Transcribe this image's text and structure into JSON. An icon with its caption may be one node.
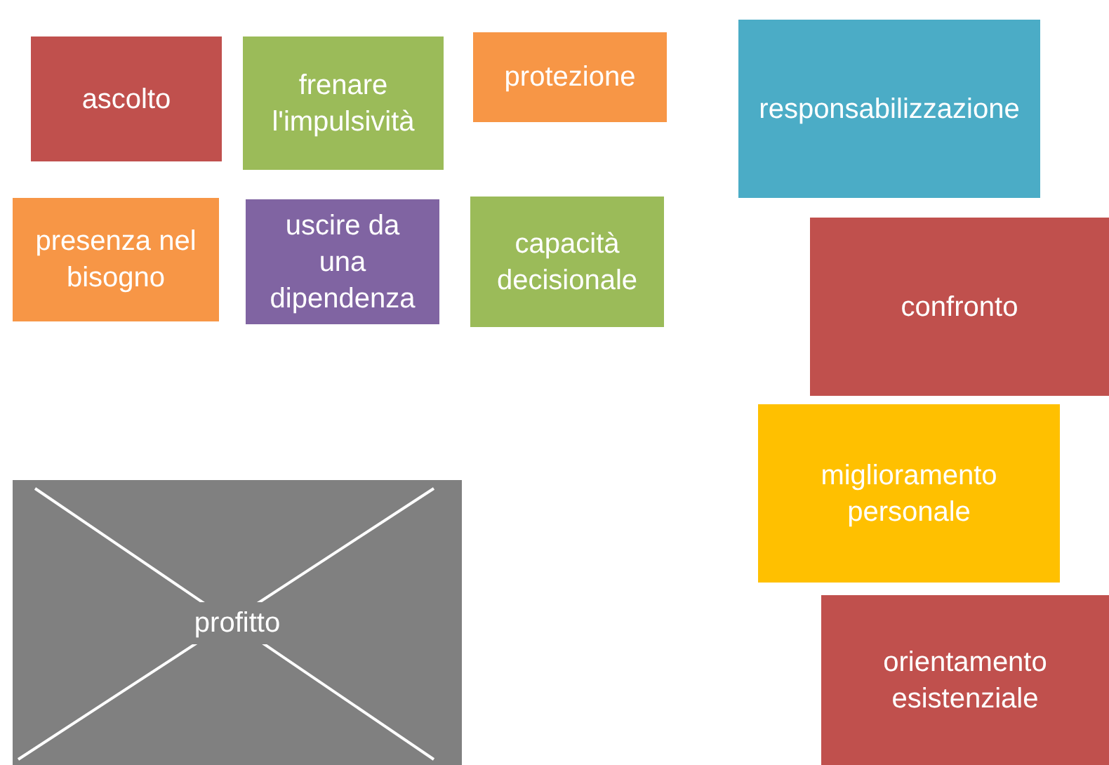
{
  "diagram": {
    "nodes": [
      {
        "text": [
          "ascolto"
        ]
      },
      {
        "text": [
          "frenare l'impulsività"
        ]
      },
      {
        "text": [
          "protezione"
        ]
      },
      {
        "text": [
          "responsabilizzazione"
        ]
      },
      {
        "text": [
          "presenza nel bisogno"
        ]
      },
      {
        "text": [
          "uscire da una dipendenza"
        ]
      },
      {
        "text": [
          "capacità decisionale"
        ]
      },
      {
        "text": [
          "confronto"
        ]
      },
      {
        "text": [
          "miglioramento personale"
        ]
      },
      {
        "text": [
          "profitto"
        ]
      },
      {
        "text": [
          "orientamento esistenziale"
        ]
      }
    ]
  }
}
